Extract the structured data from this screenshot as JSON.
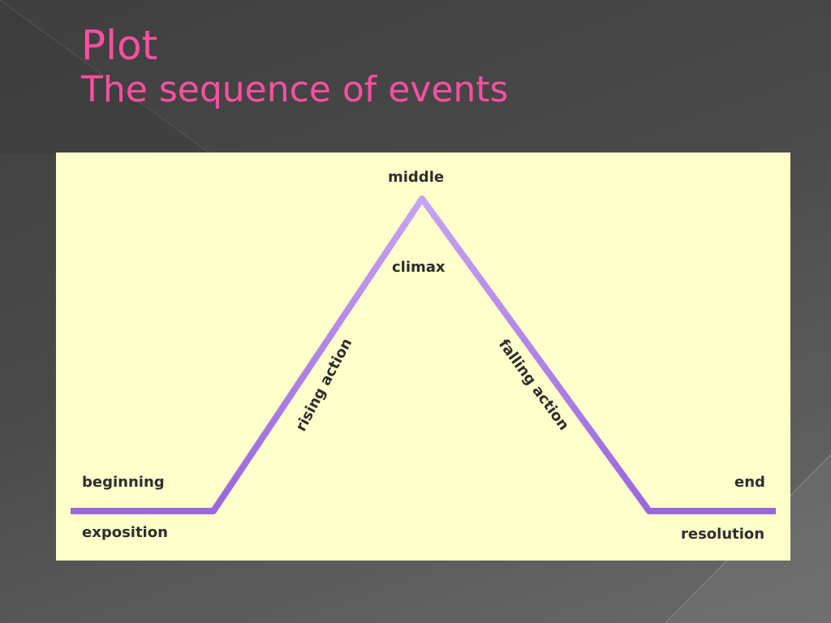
{
  "title": {
    "line1": "Plot",
    "line2": "The sequence of events"
  },
  "diagram": {
    "labels": {
      "top": "middle",
      "peak": "climax",
      "rising": "rising action",
      "falling": "falling action",
      "left_above": "beginning",
      "left_below": "exposition",
      "right_above": "end",
      "right_below": "resolution"
    }
  },
  "colors": {
    "background": "#4a4a4a",
    "title": "#ff4fa3",
    "panel": "#ffffcc",
    "line": "#9966dd",
    "label_text": "#2e2e2e"
  }
}
